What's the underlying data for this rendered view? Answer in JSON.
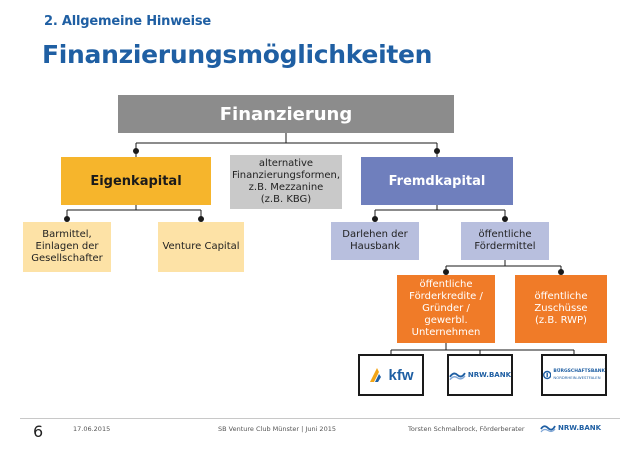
{
  "header": {
    "section": "2. Allgemeine Hinweise",
    "title": "Finanzierungsmöglichkeiten"
  },
  "diagram": {
    "root": "Finanzierung",
    "eigenkapital": "Eigenkapital",
    "alternative": [
      "alternative",
      "Finanzierungsformen,",
      "z.B. Mezzanine",
      "(z.B. KBG)"
    ],
    "fremdkapital": "Fremdkapital",
    "barmittel": [
      "Barmittel,",
      "Einlagen der",
      "Gesellschafter"
    ],
    "venture": "Venture Capital",
    "darlehen": [
      "Darlehen der",
      "Hausbank"
    ],
    "foerdermittel": [
      "öffentliche",
      "Fördermittel"
    ],
    "foerderkredite": [
      "öffentliche",
      "Förderkredite /",
      "Gründer / gewerbl.",
      "Unternehmen"
    ],
    "zuschuesse": [
      "öffentliche",
      "Zuschüsse",
      "(z.B. RWP)"
    ]
  },
  "logos": {
    "kfw": "kfw",
    "nrwbank": "NRW.BANK",
    "buergschaftsbank": [
      "BÜRGSCHAFTSBANK",
      "NORDRHEIN-WESTFALEN"
    ]
  },
  "footer": {
    "page": "6",
    "date": "17.06.2015",
    "event": "SB Venture Club Münster | Juni 2015",
    "author": "Torsten Schmalbrock, Förderberater",
    "brand": "NRW.BANK"
  },
  "colors": {
    "title_blue": "#1f5fa3",
    "root_grey": "#8c8c8c",
    "eigen_orange": "#f6b52c",
    "fremd_blue": "#6f7fbd",
    "light_orange": "#fde2a6",
    "light_blue": "#b8bfde",
    "dark_orange": "#f07b28"
  }
}
